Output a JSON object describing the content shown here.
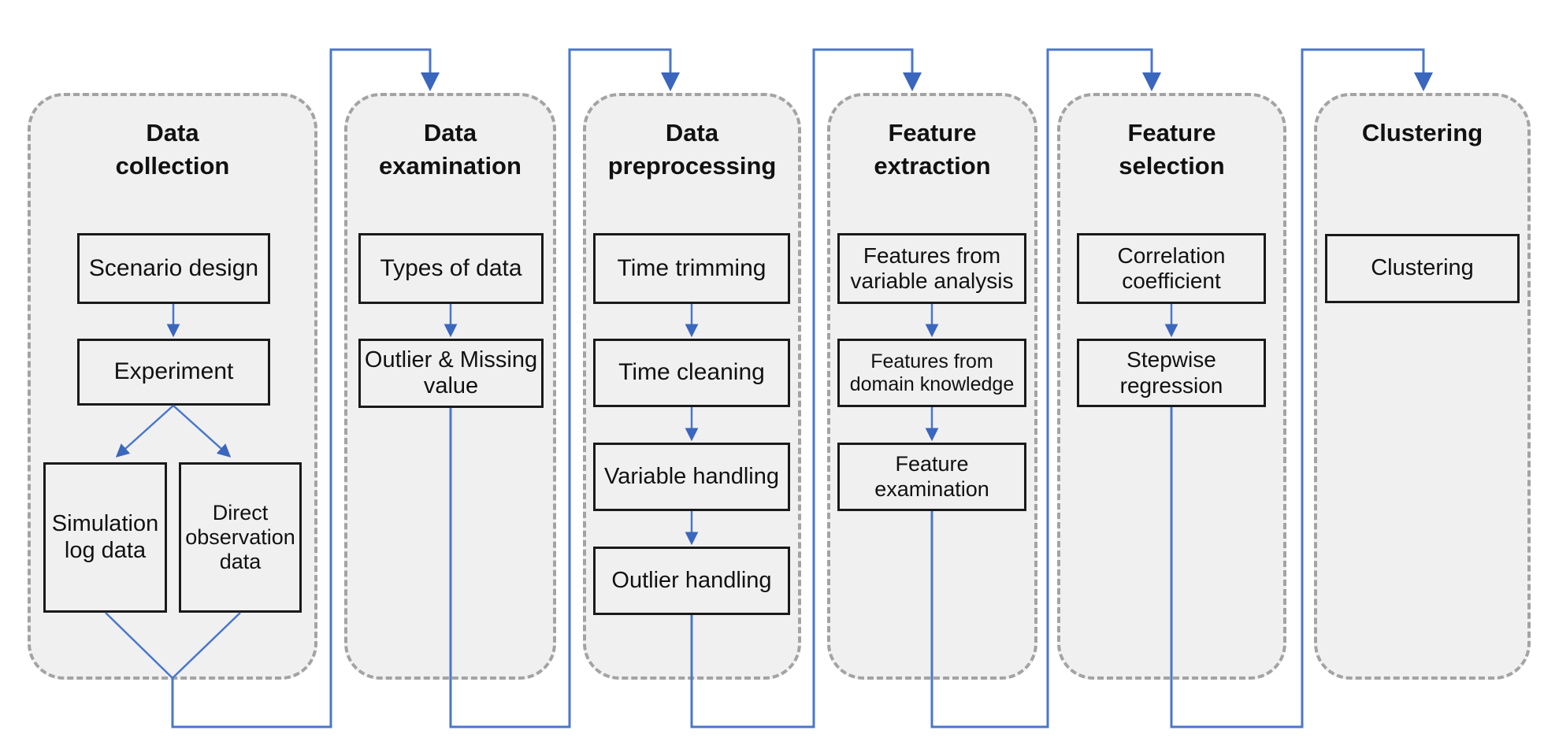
{
  "colors": {
    "accent_blue": "#4a77c9",
    "arrowhead_blue": "#3a66bd",
    "panel_fill": "#f0f0f0",
    "panel_border_gray": "#a3a3a3",
    "box_border": "#1a1a1a",
    "text": "#111111",
    "background": "#ffffff"
  },
  "panels": [
    {
      "title": "Data\ncollection",
      "boxes": [
        {
          "label": "Scenario design"
        },
        {
          "label": "Experiment"
        },
        {
          "label": "Simulation\nlog data"
        },
        {
          "label": "Direct\nobservation\ndata"
        }
      ]
    },
    {
      "title": "Data\nexamination",
      "boxes": [
        {
          "label": "Types of data"
        },
        {
          "label": "Outlier & Missing\nvalue"
        }
      ]
    },
    {
      "title": "Data\npreprocessing",
      "boxes": [
        {
          "label": "Time trimming"
        },
        {
          "label": "Time cleaning"
        },
        {
          "label": "Variable handling"
        },
        {
          "label": "Outlier handling"
        }
      ]
    },
    {
      "title": "Feature\nextraction",
      "boxes": [
        {
          "label": "Features from\nvariable analysis"
        },
        {
          "label": "Features from\ndomain knowledge"
        },
        {
          "label": "Feature\nexamination"
        }
      ]
    },
    {
      "title": "Feature\nselection",
      "boxes": [
        {
          "label": "Correlation\ncoefficient"
        },
        {
          "label": "Stepwise\nregression"
        }
      ]
    },
    {
      "title": "Clustering",
      "boxes": [
        {
          "label": "Clustering"
        }
      ]
    }
  ]
}
